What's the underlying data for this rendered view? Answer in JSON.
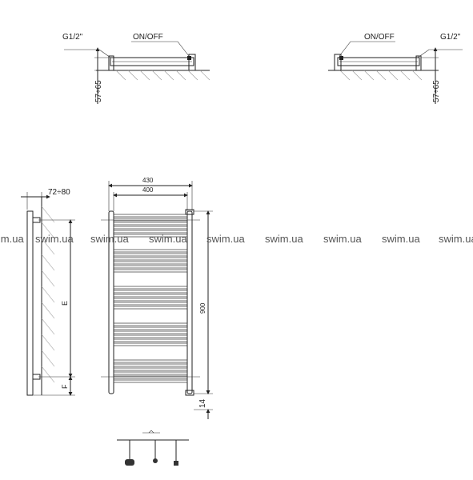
{
  "top_left": {
    "pipe_label": "G1/2\"",
    "switch_label": "ON/OFF",
    "depth_label": "57÷65"
  },
  "top_right": {
    "switch_label": "ON/OFF",
    "pipe_label": "G1/2\"",
    "depth_label": "57÷65"
  },
  "side_view": {
    "offset_label": "72÷80",
    "e_label": "E",
    "f_label": "F"
  },
  "front_view": {
    "outer_width": "430",
    "inner_width": "400",
    "height": "900",
    "bottom_offset": "14"
  },
  "watermark": {
    "text": "swim.ua"
  }
}
